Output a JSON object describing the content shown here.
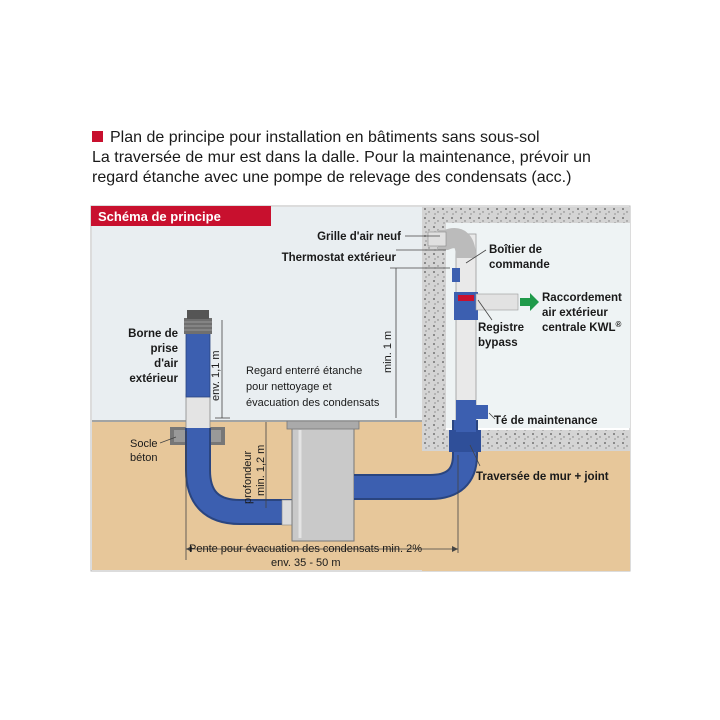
{
  "header": {
    "title": "Plan de principe pour installation en bâtiments sans sous-sol",
    "subtitle_line1": "La traversée de mur est dans la dalle. Pour la maintenance, prévoir un",
    "subtitle_line2": "regard étanche avec une pompe de relevage des condensats (acc.)"
  },
  "diagram": {
    "badge": "Schéma de principe",
    "labels": {
      "borne_1": "Borne de",
      "borne_2": "prise",
      "borne_3": "d'air",
      "borne_4": "extérieur",
      "env_height": "env. 1,1 m",
      "socle_1": "Socle",
      "socle_2": "béton",
      "profondeur_1": "profondeur",
      "profondeur_2": "min. 1,2 m",
      "regard_1": "Regard enterré étanche",
      "regard_2": "pour nettoyage et",
      "regard_3": "évacuation des condensats",
      "min_1m": "min. 1 m",
      "grille": "Grille d'air neuf",
      "thermostat": "Thermostat extérieur",
      "boitier_1": "Boîtier de",
      "boitier_2": "commande",
      "raccordement_1": "Raccordement",
      "raccordement_2": "air extérieur",
      "raccordement_3": "centrale KWL",
      "registered": "®",
      "registre_1": "Registre",
      "registre_2": "bypass",
      "te_maintenance": "Té de maintenance",
      "traversee": "Traversée de mur + joint",
      "pente": "Pente pour évacuation des condensats min. 2%",
      "env_distance": "env. 35 - 50 m"
    },
    "colors": {
      "badge": "#c8102e",
      "soil": "#e7c79a",
      "sky": "#e9eef1",
      "pipe": "#3c5fb0",
      "concrete": "#d2d2d2",
      "arrow": "#1f9a4a"
    }
  }
}
